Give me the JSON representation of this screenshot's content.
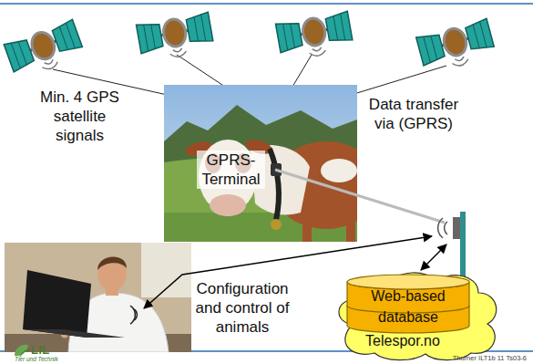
{
  "diagram": {
    "nodes": [
      {
        "text": [
          "GPRS-Terminal"
        ]
      },
      {
        "text": [
          "Telespor.no"
        ]
      },
      {
        "text": [
          "Web-based",
          "database"
        ],
        "in": 1
      }
    ],
    "labels": [
      "Min. 4 GPS satellite signals",
      "Data transfer via (GPRS)",
      "Configuration and control of animals",
      "LfL",
      "Tier und Technik",
      "Thurner ILT1b 11 Ts03-6"
    ]
  }
}
